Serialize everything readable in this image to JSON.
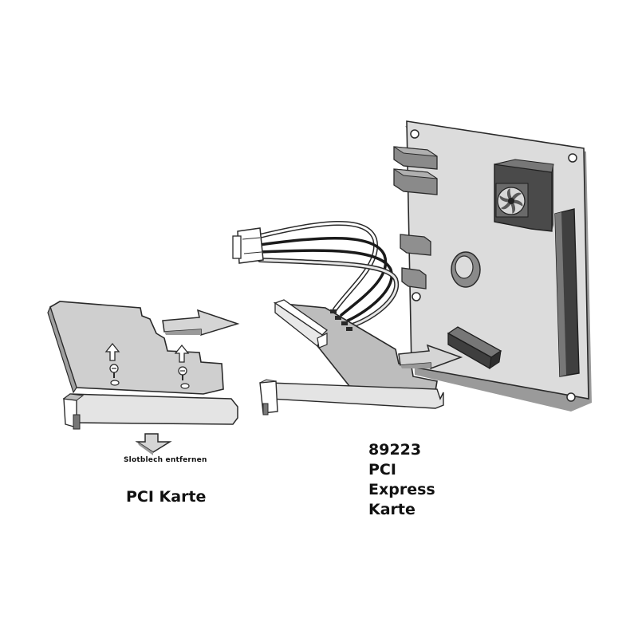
{
  "labels": {
    "remove_bracket": "Slotblech entfernen",
    "pci_card": "PCI Karte",
    "product_number": "89223",
    "express_line1": "PCI",
    "express_line2": "Express",
    "express_line3": "Karte"
  },
  "colors": {
    "outline": "#2a2a2a",
    "board_fill": "#d9d9d9",
    "card_fill": "#cfcfcf",
    "adapter_fill": "#bdbdbd",
    "dark_part": "#555555"
  },
  "icons": [
    "arrow-right-icon",
    "arrow-up-icon",
    "arrow-down-icon",
    "screw-icon",
    "fan-icon"
  ]
}
